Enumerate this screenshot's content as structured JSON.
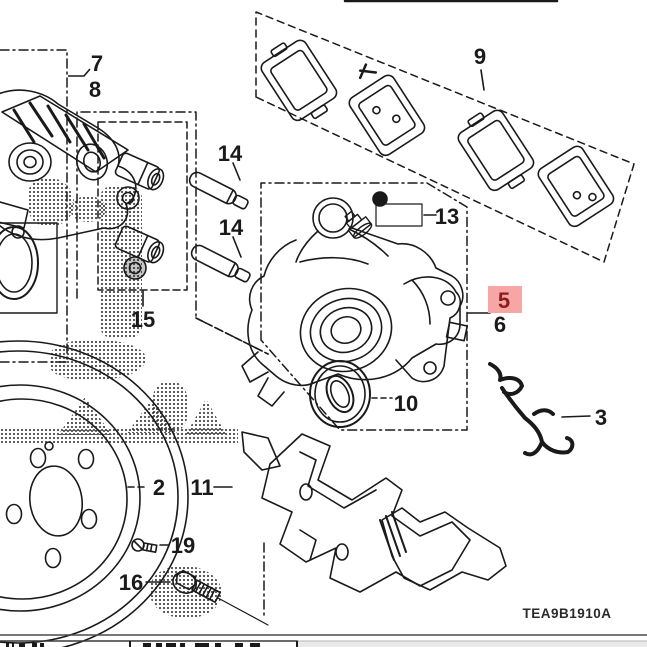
{
  "diagram": {
    "code": "TEA9B1910A",
    "highlighted_ref": "5",
    "labels": {
      "l2": "2",
      "l3": "3",
      "l5": "5",
      "l6": "6",
      "l7": "7",
      "l8": "8",
      "l9": "9",
      "l10": "10",
      "l11": "11",
      "l13": "13",
      "l14a": "14",
      "l14b": "14",
      "l15": "15",
      "l16": "16",
      "l19": "19"
    },
    "colors": {
      "line": "#1a1a1a",
      "highlight_bg": "#f7a6a6",
      "highlight_text": "#8c1d1d"
    }
  }
}
